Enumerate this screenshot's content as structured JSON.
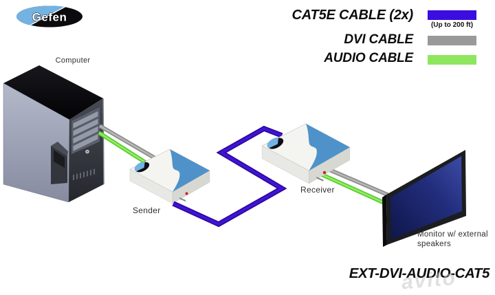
{
  "brand": {
    "logo_text": "Gefen"
  },
  "legend": {
    "items": [
      {
        "label": "CAT5E CABLE (2x)",
        "note": "(Up to 200 ft)",
        "color": "#3b0de0"
      },
      {
        "label": "DVI CABLE",
        "note": "",
        "color": "#999999"
      },
      {
        "label": "AUDIO CABLE",
        "note": "",
        "color": "#8ee65f"
      }
    ]
  },
  "labels": {
    "computer": "Computer",
    "sender": "Sender",
    "receiver": "Receiver",
    "monitor_line1": "Monitor w/ external",
    "monitor_line2": "speakers"
  },
  "product": {
    "model": "EXT-DVI-AUDIO-CAT5"
  },
  "watermark": "avito",
  "diagram": {
    "connections": [
      {
        "from": "Computer",
        "to": "Sender",
        "cables": [
          "DVI CABLE",
          "AUDIO CABLE"
        ]
      },
      {
        "from": "Sender",
        "to": "Receiver",
        "cables": [
          "CAT5E CABLE (2x)"
        ]
      },
      {
        "from": "Receiver",
        "to": "Monitor w/ external speakers",
        "cables": [
          "DVI CABLE",
          "AUDIO CABLE"
        ]
      }
    ],
    "cable_colors": {
      "cat5e": "#3b0de0",
      "dvi": "#999999",
      "audio": "#8ee65f"
    }
  }
}
